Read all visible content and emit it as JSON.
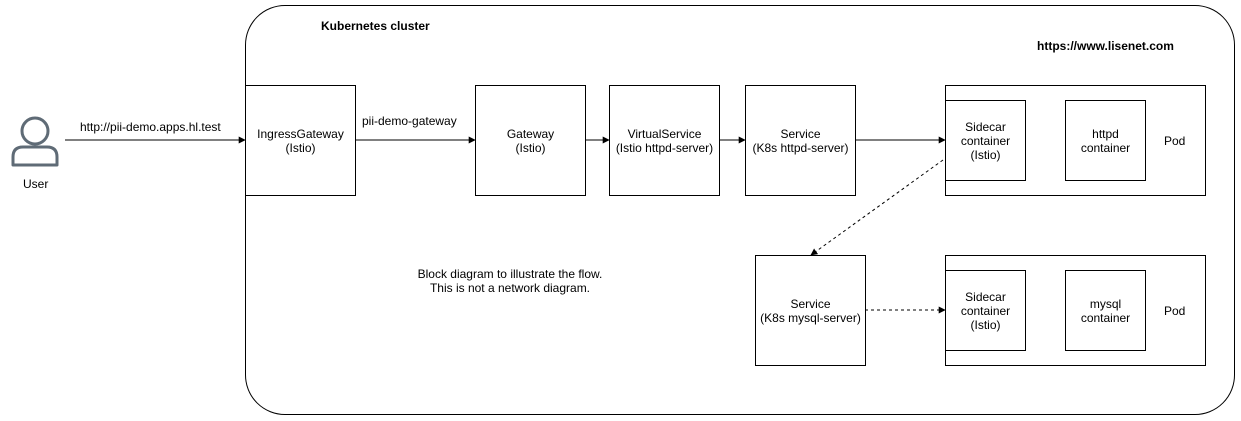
{
  "cluster": {
    "title": "Kubernetes cluster",
    "url": "https://www.lisenet.com"
  },
  "user": {
    "label": "User"
  },
  "edge_labels": {
    "user_to_ingress": "http://pii-demo.apps.hl.test",
    "ingress_to_gateway": "pii-demo-gateway"
  },
  "nodes": {
    "ingress": "IngressGateway\n(Istio)",
    "gateway": "Gateway\n(Istio)",
    "virtualservice": "VirtualService\n(Istio httpd-server)",
    "service_httpd": "Service\n(K8s httpd-server)",
    "sidecar_httpd": "Sidecar\ncontainer\n(Istio)",
    "httpd_container": "httpd\ncontainer",
    "pod_httpd": "Pod",
    "service_mysql": "Service\n(K8s mysql-server)",
    "sidecar_mysql": "Sidecar\ncontainer\n(Istio)",
    "mysql_container": "mysql\ncontainer",
    "pod_mysql": "Pod"
  },
  "note": "Block diagram to illustrate the flow.\nThis is not a network diagram."
}
